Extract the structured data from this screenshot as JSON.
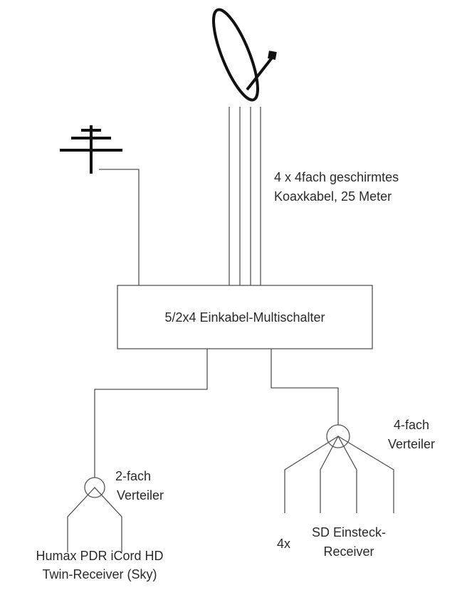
{
  "cable_label": {
    "line1": "4 x 4fach geschirmtes",
    "line2": "Koaxkabel, 25 Meter"
  },
  "multiswitch": {
    "label": "5/2x4 Einkabel-Multischalter"
  },
  "splitter_2": {
    "line1": "2-fach",
    "line2": "Verteiler"
  },
  "splitter_4": {
    "line1": "4-fach",
    "line2": "Verteiler"
  },
  "receiver_hd": {
    "line1": "Humax PDR iCord HD",
    "line2": "Twin-Receiver (Sky)"
  },
  "receiver_sd": {
    "count": "4x",
    "line1": "SD Einsteck-",
    "line2": "Receiver"
  },
  "icons": {
    "dish": "satellite-dish-icon",
    "antenna": "terrestrial-antenna-icon"
  }
}
